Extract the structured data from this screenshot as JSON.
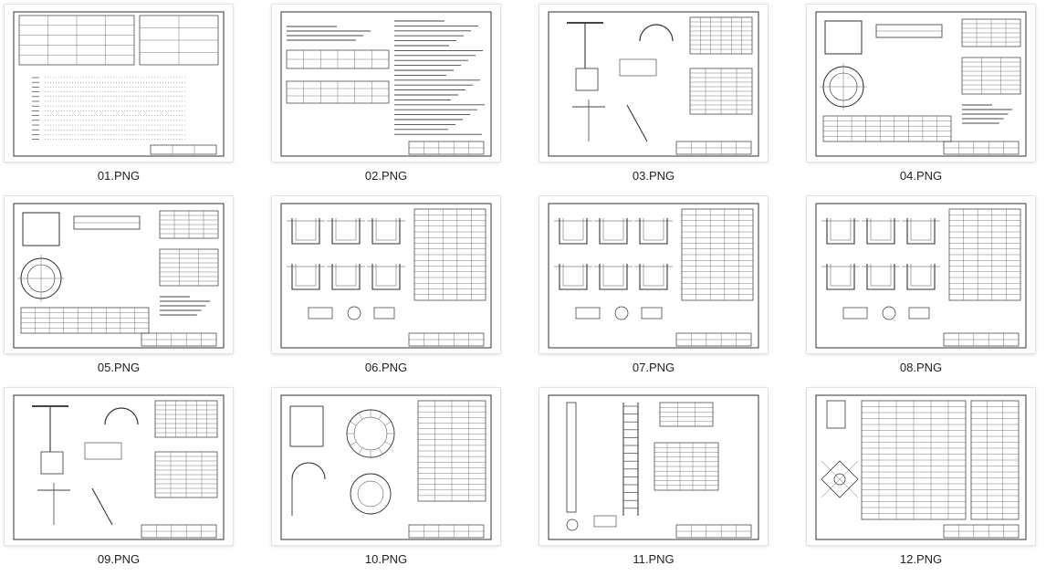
{
  "gallery": {
    "items": [
      {
        "filename": "01.PNG",
        "kind": "cover"
      },
      {
        "filename": "02.PNG",
        "kind": "notes"
      },
      {
        "filename": "03.PNG",
        "kind": "details"
      },
      {
        "filename": "04.PNG",
        "kind": "plan"
      },
      {
        "filename": "05.PNG",
        "kind": "plan"
      },
      {
        "filename": "06.PNG",
        "kind": "sections"
      },
      {
        "filename": "07.PNG",
        "kind": "sections"
      },
      {
        "filename": "08.PNG",
        "kind": "sections"
      },
      {
        "filename": "09.PNG",
        "kind": "details"
      },
      {
        "filename": "10.PNG",
        "kind": "rings"
      },
      {
        "filename": "11.PNG",
        "kind": "ladder"
      },
      {
        "filename": "12.PNG",
        "kind": "tables"
      }
    ]
  }
}
